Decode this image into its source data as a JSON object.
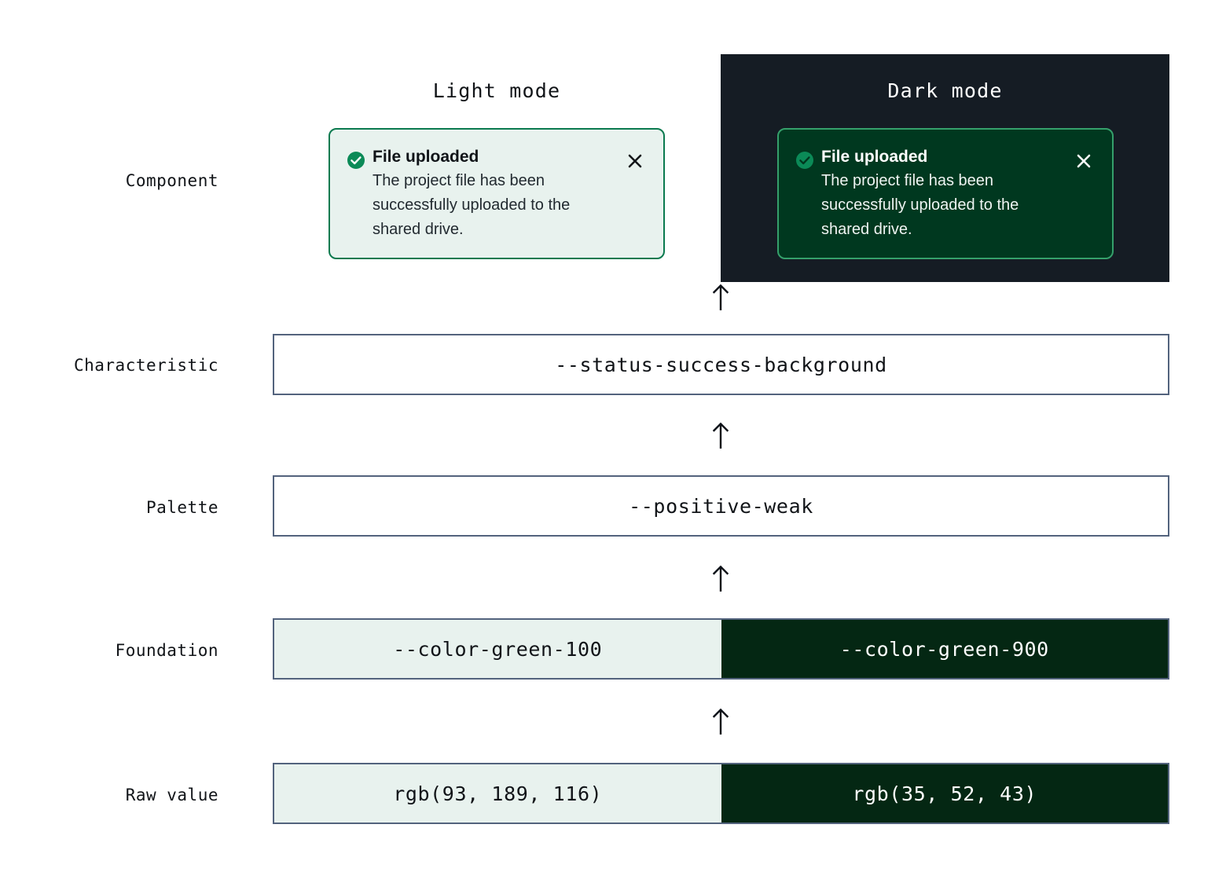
{
  "modes": {
    "light_label": "Light mode",
    "dark_label": "Dark mode"
  },
  "row_labels": {
    "component": "Component",
    "characteristic": "Characteristic",
    "palette": "Palette",
    "foundation": "Foundation",
    "raw_value": "Raw value"
  },
  "toast": {
    "title": "File uploaded",
    "message": "The project file has been successfully uploaded to the shared drive.",
    "status_icon": "check-circle-icon",
    "close_icon": "close-icon"
  },
  "layers": {
    "characteristic_token": "--status-success-background",
    "palette_token": "--positive-weak",
    "foundation_light": "--color-green-100",
    "foundation_dark": "--color-green-900",
    "raw_light": "rgb(93, 189, 116)",
    "raw_dark": "rgb(35, 52, 43)"
  },
  "colors": {
    "dark_stage_background": "#151c24",
    "toast_light_background": "#e8f2ee",
    "toast_light_border": "#0b7a4f",
    "toast_dark_background": "#00381f",
    "toast_dark_border": "#35a06b",
    "success_icon": "#0b8a57",
    "bar_border": "#53637d",
    "swatch_light": "#e8f2ee",
    "swatch_dark": "#042713"
  },
  "arrows": {
    "direction": "up",
    "glyph": "arrow-up-icon"
  }
}
